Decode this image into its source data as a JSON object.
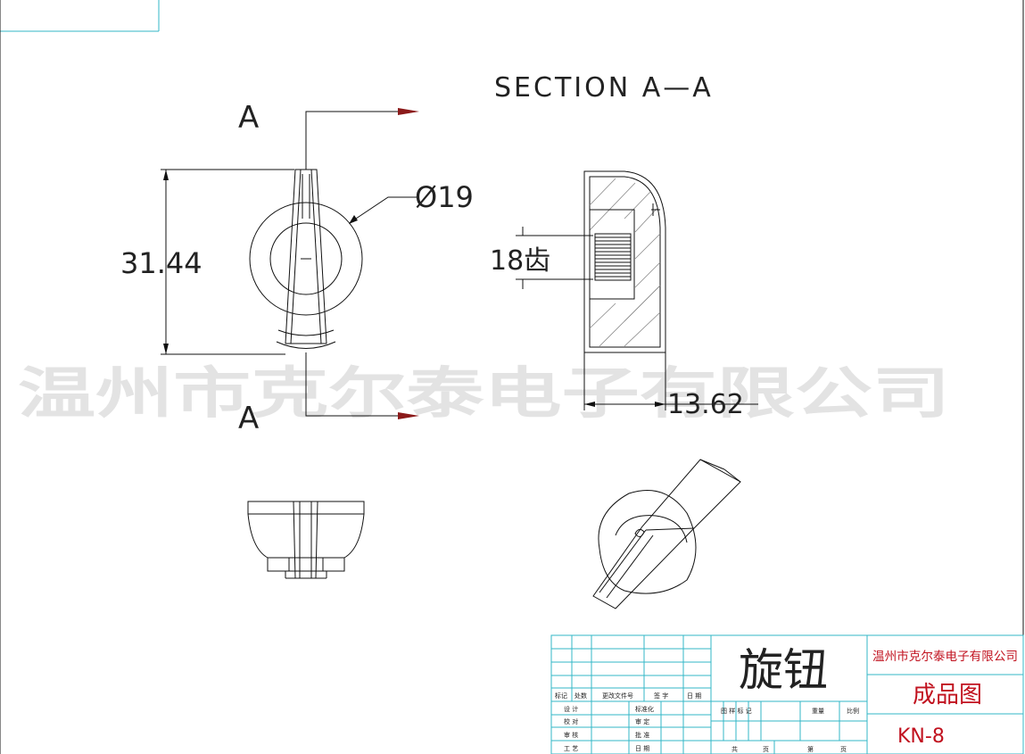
{
  "drawing": {
    "section_title": "SECTION A—A",
    "section_marker_top": "A",
    "section_marker_bottom": "A",
    "dim_height": "31.44",
    "dim_diameter": "Ø19",
    "dim_teeth": "18齿",
    "dim_width": "13.62"
  },
  "watermark": "温州市克尔泰电子有限公司",
  "title_block": {
    "part_name": "旋钮",
    "company": "温州市克尔泰电子有限公司",
    "drawing_type": "成品图",
    "part_number": "KN-8",
    "revision_headers": [
      "标记",
      "处数",
      "更改文件号",
      "签 字",
      "日 期"
    ],
    "roles_left": [
      "设 计",
      "校 对",
      "审 核",
      "工 艺"
    ],
    "roles_right": [
      "标准化",
      "审 定",
      "批 准",
      "日 期"
    ],
    "mid_headers": [
      "图 样 标 记",
      "重量",
      "比例"
    ],
    "sheet_info": [
      "共",
      "页",
      "第",
      "页"
    ]
  }
}
